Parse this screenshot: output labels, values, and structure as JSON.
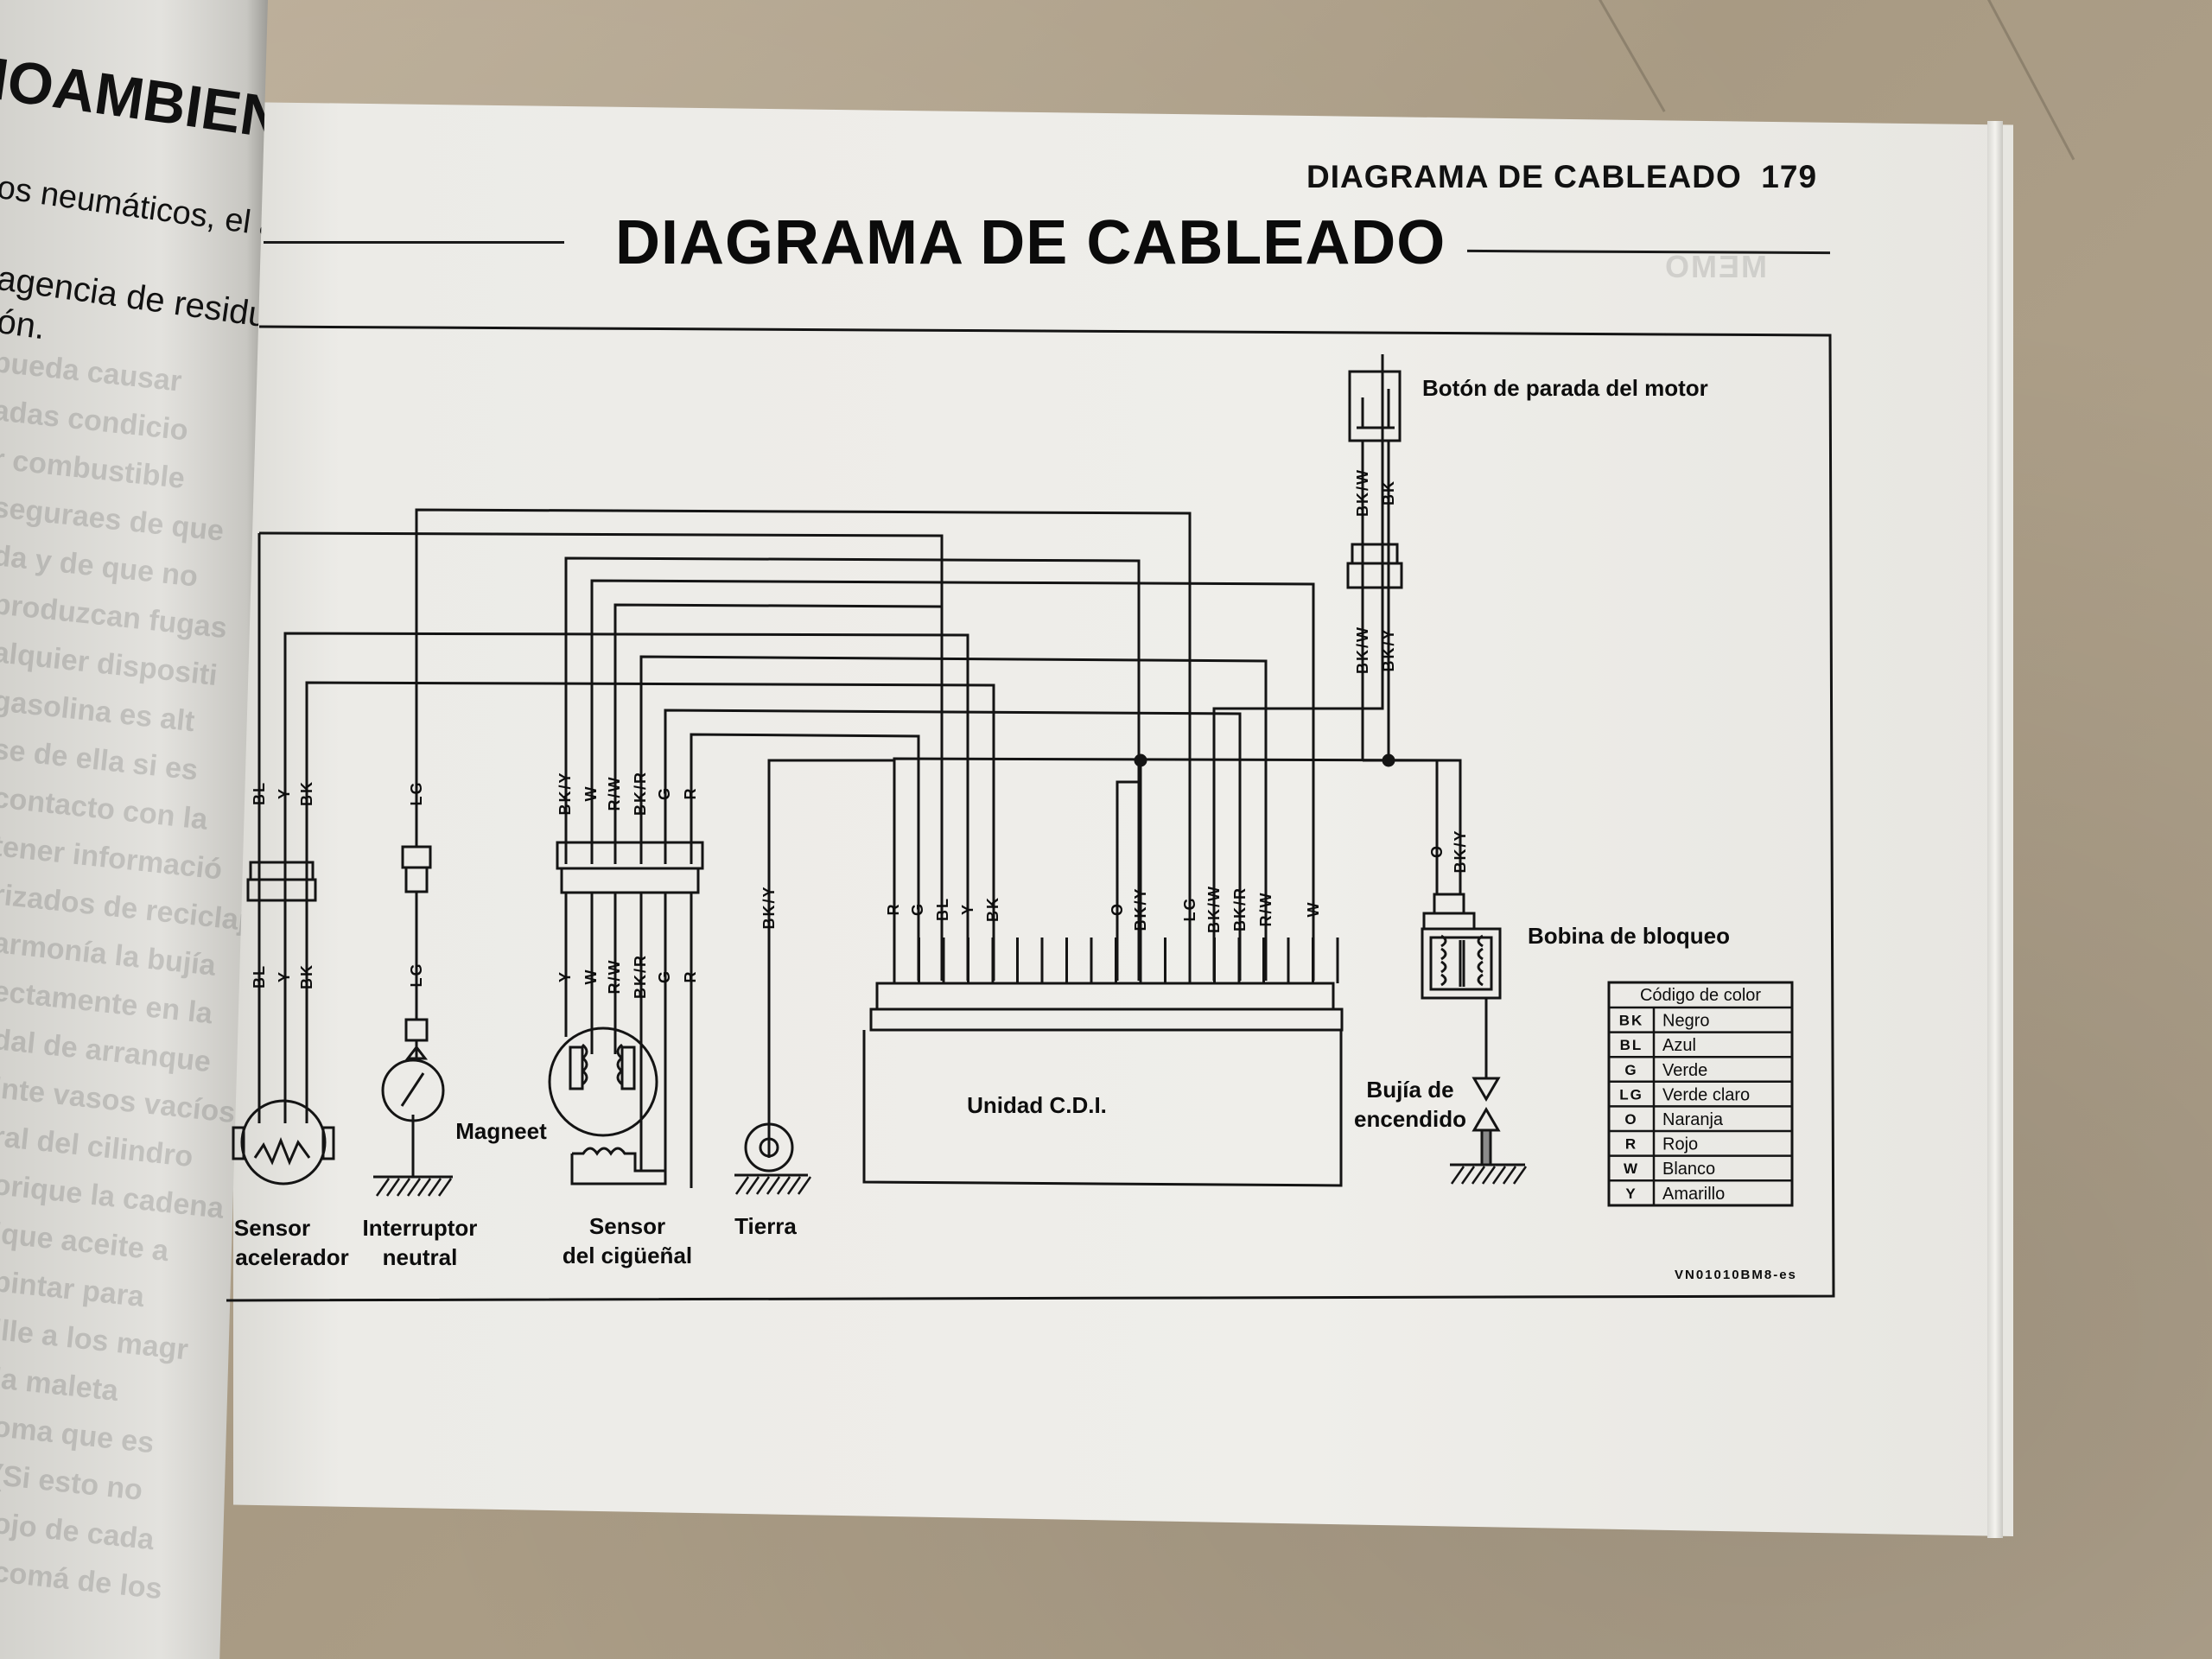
{
  "left_page": {
    "heading": "IOAMBIENTAL",
    "lines": [
      "os neumáticos, el aceite",
      "agencia de residuos m",
      "ón."
    ],
    "faded_lines": [
      "pueda causar",
      "adas condicio",
      "r combustible",
      "seguraes de que",
      "da y de que no",
      "produzcan fugas",
      "alquier dispositi",
      "gasolina es alt",
      "se de ella si es",
      "contacto con la",
      "tener informació",
      "rizados de reciclaj",
      "armonía la bujía",
      "ectamente en la",
      "dal de arranque",
      "inte vasos vacíos",
      "ral del cilindro",
      "orique la cadena",
      "ique aceite a",
      "pintar para",
      "ille a los magr",
      "la maleta",
      "oma que es",
      "(Si esto no",
      "ojo de cada",
      "comá de los"
    ]
  },
  "header": {
    "section": "DIAGRAMA DE CABLEADO",
    "page_number": "179"
  },
  "title": "DIAGRAMA DE CABLEADO",
  "memo_ghost": "MEMO",
  "diagram": {
    "components": {
      "stop_switch": "Botón de parada del motor",
      "lock_coil": "Bobina de bloqueo",
      "cdi": "Unidad C.D.I.",
      "spark_plug": [
        "Bujía de",
        "encendido"
      ],
      "throttle_sensor": [
        "Sensor",
        "acelerador"
      ],
      "neutral_switch": [
        "Interruptor",
        "neutral"
      ],
      "magneto": "Magneet",
      "crank_sensor": [
        "Sensor",
        "del cigüeñal"
      ],
      "ground": "Tierra"
    },
    "wires": {
      "throttle": [
        "BL",
        "Y",
        "BK"
      ],
      "neutral": [
        "LG"
      ],
      "crank_top": [
        "BK/Y",
        "W",
        "R/W",
        "BK/R",
        "G",
        "R"
      ],
      "crank_bottom": [
        "Y",
        "W",
        "R/W",
        "BK/R",
        "G",
        "R"
      ],
      "ground": [
        "BK/Y"
      ],
      "cdi_left": [
        "R",
        "G",
        "BL",
        "Y",
        "BK"
      ],
      "cdi_right": [
        "O",
        "BK/Y",
        "LG",
        "BK/W",
        "BK/R",
        "R/W",
        "W"
      ],
      "stop_switch_top": [
        "BK/W",
        "BK"
      ],
      "stop_switch_bottom": [
        "BK/W",
        "BK/Y"
      ],
      "coil": [
        "O",
        "BK/Y"
      ]
    },
    "legend": {
      "title": "Código de color",
      "rows": [
        {
          "code": "BK",
          "color": "Negro"
        },
        {
          "code": "BL",
          "color": "Azul"
        },
        {
          "code": "G",
          "color": "Verde"
        },
        {
          "code": "LG",
          "color": "Verde claro"
        },
        {
          "code": "O",
          "color": "Naranja"
        },
        {
          "code": "R",
          "color": "Rojo"
        },
        {
          "code": "W",
          "color": "Blanco"
        },
        {
          "code": "Y",
          "color": "Amarillo"
        }
      ]
    },
    "ref_code": "VN01010BM8-es"
  }
}
